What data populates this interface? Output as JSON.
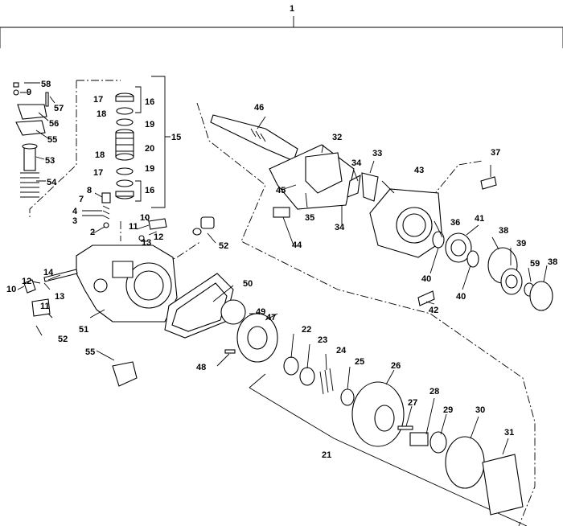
{
  "diagram": {
    "labels": [
      {
        "id": "lbl-1",
        "text": "1"
      },
      {
        "id": "lbl-2",
        "text": "2"
      },
      {
        "id": "lbl-3",
        "text": "3"
      },
      {
        "id": "lbl-4",
        "text": "4"
      },
      {
        "id": "lbl-7",
        "text": "7"
      },
      {
        "id": "lbl-8",
        "text": "8"
      },
      {
        "id": "lbl-9",
        "text": "9"
      },
      {
        "id": "lbl-10a",
        "text": "10"
      },
      {
        "id": "lbl-10b",
        "text": "10"
      },
      {
        "id": "lbl-11a",
        "text": "11"
      },
      {
        "id": "lbl-11b",
        "text": "11"
      },
      {
        "id": "lbl-12a",
        "text": "12"
      },
      {
        "id": "lbl-12b",
        "text": "12"
      },
      {
        "id": "lbl-13a",
        "text": "13"
      },
      {
        "id": "lbl-13b",
        "text": "13"
      },
      {
        "id": "lbl-14",
        "text": "14"
      },
      {
        "id": "lbl-15",
        "text": "15"
      },
      {
        "id": "lbl-16a",
        "text": "16"
      },
      {
        "id": "lbl-16b",
        "text": "16"
      },
      {
        "id": "lbl-17a",
        "text": "17"
      },
      {
        "id": "lbl-17b",
        "text": "17"
      },
      {
        "id": "lbl-18a",
        "text": "18"
      },
      {
        "id": "lbl-18b",
        "text": "18"
      },
      {
        "id": "lbl-19a",
        "text": "19"
      },
      {
        "id": "lbl-19b",
        "text": "19"
      },
      {
        "id": "lbl-20",
        "text": "20"
      },
      {
        "id": "lbl-21",
        "text": "21"
      },
      {
        "id": "lbl-22",
        "text": "22"
      },
      {
        "id": "lbl-23",
        "text": "23"
      },
      {
        "id": "lbl-24",
        "text": "24"
      },
      {
        "id": "lbl-25",
        "text": "25"
      },
      {
        "id": "lbl-26",
        "text": "26"
      },
      {
        "id": "lbl-27",
        "text": "27"
      },
      {
        "id": "lbl-28",
        "text": "28"
      },
      {
        "id": "lbl-29",
        "text": "29"
      },
      {
        "id": "lbl-30",
        "text": "30"
      },
      {
        "id": "lbl-31",
        "text": "31"
      },
      {
        "id": "lbl-32",
        "text": "32"
      },
      {
        "id": "lbl-33",
        "text": "33"
      },
      {
        "id": "lbl-34a",
        "text": "34"
      },
      {
        "id": "lbl-34b",
        "text": "34"
      },
      {
        "id": "lbl-35",
        "text": "35"
      },
      {
        "id": "lbl-36",
        "text": "36"
      },
      {
        "id": "lbl-37",
        "text": "37"
      },
      {
        "id": "lbl-38a",
        "text": "38"
      },
      {
        "id": "lbl-38b",
        "text": "38"
      },
      {
        "id": "lbl-39",
        "text": "39"
      },
      {
        "id": "lbl-40a",
        "text": "40"
      },
      {
        "id": "lbl-40b",
        "text": "40"
      },
      {
        "id": "lbl-41",
        "text": "41"
      },
      {
        "id": "lbl-42",
        "text": "42"
      },
      {
        "id": "lbl-43",
        "text": "43"
      },
      {
        "id": "lbl-44",
        "text": "44"
      },
      {
        "id": "lbl-45",
        "text": "45"
      },
      {
        "id": "lbl-46",
        "text": "46"
      },
      {
        "id": "lbl-47",
        "text": "47"
      },
      {
        "id": "lbl-48",
        "text": "48"
      },
      {
        "id": "lbl-49",
        "text": "49"
      },
      {
        "id": "lbl-50",
        "text": "50"
      },
      {
        "id": "lbl-51",
        "text": "51"
      },
      {
        "id": "lbl-52a",
        "text": "52"
      },
      {
        "id": "lbl-52b",
        "text": "52"
      },
      {
        "id": "lbl-53",
        "text": "53"
      },
      {
        "id": "lbl-54",
        "text": "54"
      },
      {
        "id": "lbl-55a",
        "text": "55"
      },
      {
        "id": "lbl-55b",
        "text": "55"
      },
      {
        "id": "lbl-56",
        "text": "56"
      },
      {
        "id": "lbl-57",
        "text": "57"
      },
      {
        "id": "lbl-58",
        "text": "58"
      },
      {
        "id": "lbl-59",
        "text": "59"
      }
    ]
  }
}
